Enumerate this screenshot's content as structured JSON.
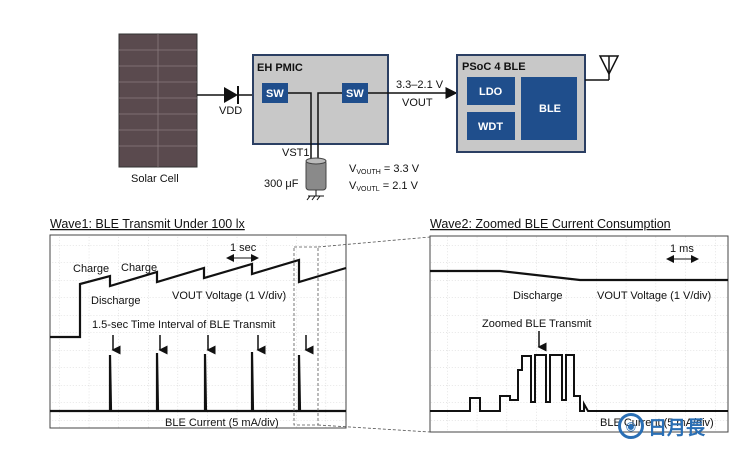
{
  "block_diagram": {
    "solar_cell_label": "Solar Cell",
    "vdd_label": "VDD",
    "pmic_title": "EH PMIC",
    "sw_label": "SW",
    "vst1_label": "VST1",
    "cap_label": "300 μF",
    "vouth_prefix": "V",
    "vouth_sub": "VOUTH",
    "vouth_value": " = 3.3 V",
    "voutl_prefix": "V",
    "voutl_sub": "VOUTL",
    "voutl_value": " = 2.1 V",
    "voltage_range": "3.3–2.1 V",
    "vout_label": "VOUT",
    "psoc_title": "PSoC 4 BLE",
    "ldo_label": "LDO",
    "wdt_label": "WDT",
    "ble_label": "BLE",
    "colors": {
      "block_fill": "#c8c8c8",
      "chip_blue": "#1f4e8c",
      "border": "#2b3f63"
    }
  },
  "wave1": {
    "title": "Wave1: BLE Transmit Under 100 lx",
    "time_scale": "1 sec",
    "charge_label_1": "Charge",
    "charge_label_2": "Charge",
    "discharge_label": "Discharge",
    "vout_label": "VOUT Voltage (1 V/div)",
    "interval_label": "1.5-sec Time Interval of BLE Transmit",
    "current_label": "BLE Current (5 mA/div)"
  },
  "wave2": {
    "title": "Wave2: Zoomed BLE Current Consumption",
    "time_scale": "1 ms",
    "discharge_label": "Discharge",
    "vout_label": "VOUT Voltage (1 V/div)",
    "transmit_label": "Zoomed BLE Transmit",
    "current_label": "BLE Current (5 mA/div)"
  },
  "watermark": {
    "icon": "circle-logo-icon",
    "text": "日月長"
  }
}
